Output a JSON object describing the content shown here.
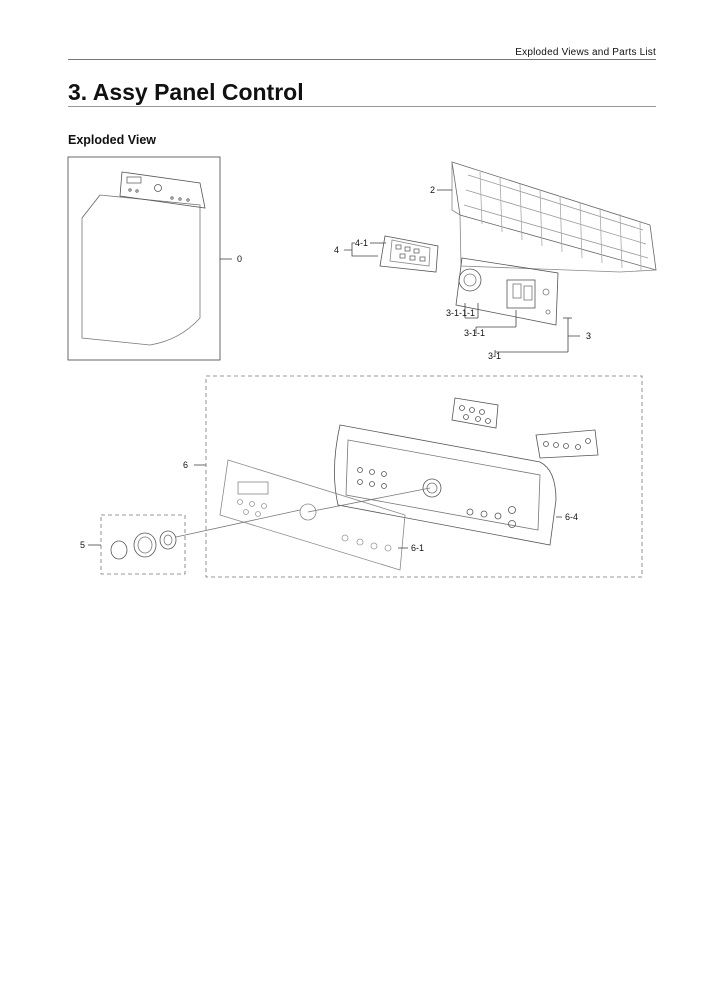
{
  "header": {
    "running_title": "Exploded Views and Parts List"
  },
  "section": {
    "title": "3.  Assy Panel Control",
    "subtitle": "Exploded View"
  },
  "callouts": {
    "c0": "0",
    "c2": "2",
    "c3": "3",
    "c3_1": "3-1",
    "c3_1_1": "3-1-1",
    "c3_1_1_1": "3-1-1-1",
    "c4": "4",
    "c4_1": "4-1",
    "c5": "5",
    "c6": "6",
    "c6_1": "6-1",
    "c6_4": "6-4"
  }
}
